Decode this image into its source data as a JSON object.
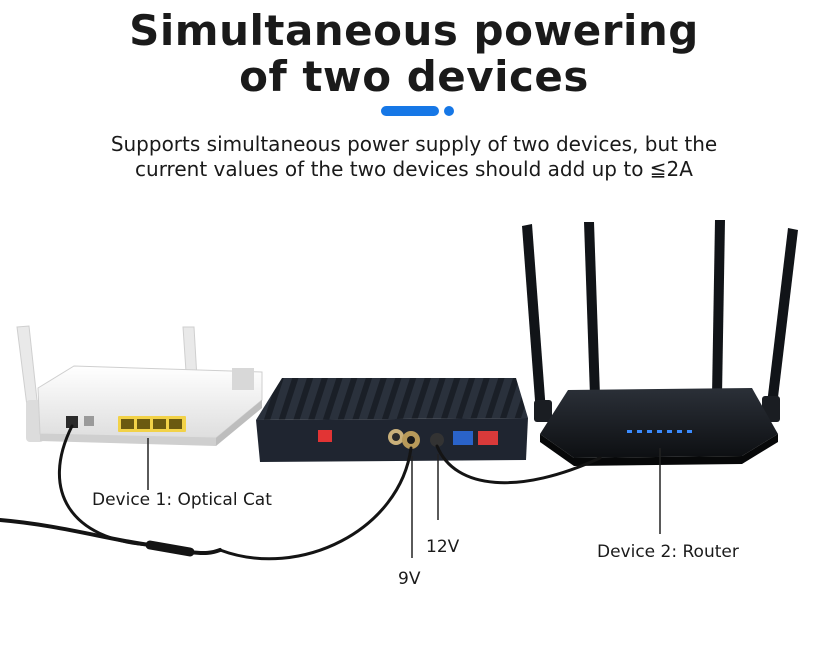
{
  "heading": {
    "line1": "Simultaneous powering",
    "line2": "of two devices"
  },
  "description": {
    "line1": "Supports simultaneous power supply of two devices, but the",
    "line2": "current values of the two devices should add up to ≦2A"
  },
  "labels": {
    "device1": "Device 1: Optical Cat",
    "device2": "Device 2: Router",
    "volt12": "12V",
    "volt9": "9V"
  },
  "colors": {
    "accent": "#1677e6",
    "ups_body": "#1f2530",
    "router_body": "#15181d",
    "onu_body": "#f1f1f1",
    "lan_port": "#f2d248",
    "port_blue": "#2a63c9",
    "port_red": "#d93a3a",
    "switch_red": "#e23434"
  }
}
